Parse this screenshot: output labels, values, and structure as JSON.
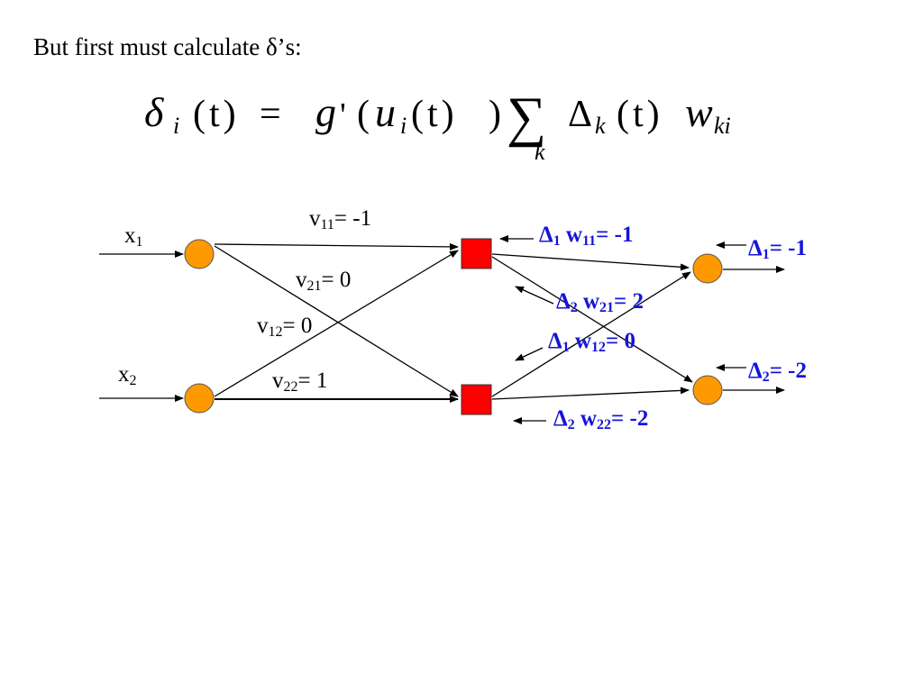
{
  "heading": {
    "prefix": "But first must calculate ",
    "delta": "δ",
    "suffix": "’s:"
  },
  "formula": {
    "delta": "δ",
    "sub_i": "i",
    "t": "(t)",
    "eq": "=",
    "g": "g",
    "prime": "'",
    "open": "(",
    "u": "u",
    "sub_i2": "i",
    "t2": "(t)",
    "close": ")",
    "sum": "∑",
    "sum_sub": "k",
    "Delta": "Δ",
    "sub_k": "k",
    "t3": "(t)",
    "w": "w",
    "sub_ki": "ki"
  },
  "inputs": [
    {
      "base": "x",
      "sub": "1"
    },
    {
      "base": "x",
      "sub": "2"
    }
  ],
  "v_weights": [
    {
      "base": "v",
      "sub": "11",
      "value": "= -1"
    },
    {
      "base": "v",
      "sub": "21",
      "value": "= 0"
    },
    {
      "base": "v",
      "sub": "12",
      "value": "= 0"
    },
    {
      "base": "v",
      "sub": "22",
      "value": "= 1"
    }
  ],
  "backprop_terms": [
    {
      "delta": "Δ",
      "dsub": "1",
      "w": " w",
      "wsub": "11",
      "value": "= -1"
    },
    {
      "delta": "Δ",
      "dsub": "2",
      "w": " w",
      "wsub": "21",
      "value": "= 2"
    },
    {
      "delta": "Δ",
      "dsub": "1",
      "w": " w",
      "wsub": "12",
      "value": "= 0"
    },
    {
      "delta": "Δ",
      "dsub": "2",
      "w": " w",
      "wsub": "22",
      "value": "= -2"
    }
  ],
  "output_deltas": [
    {
      "delta": "Δ",
      "sub": "1",
      "value": "= -1"
    },
    {
      "delta": "Δ",
      "sub": "2",
      "value": "= -2"
    }
  ],
  "colors": {
    "input_node": "#ff9900",
    "output_node": "#ff9900",
    "hidden_node": "#ff0000",
    "label_blue": "#1515d8",
    "line": "#000000"
  }
}
